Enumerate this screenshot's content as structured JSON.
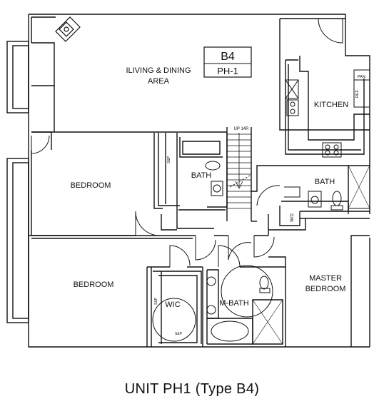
{
  "unit": {
    "code": "B4",
    "plan": "PH-1"
  },
  "rooms": {
    "living": [
      "ILIVING & DINING",
      "AREA"
    ],
    "kitchen": "KITCHEN",
    "bedroom_upper": "BEDROOM",
    "bedroom_lower": "BEDROOM",
    "bath_center": "BATH",
    "bath_right": "BATH",
    "master": [
      "MASTER",
      "BEDROOM"
    ],
    "wic": "WIC",
    "mbath": "M-BATH"
  },
  "fixtures": {
    "stair": "UP 14R",
    "pantry": "PAN.",
    "refrigerator": "REF.",
    "washer_dryer": "W/D",
    "shelf_pole_1": "S&P",
    "shelf_pole_2": "S&P",
    "shelf_pole_3": "S&P"
  },
  "caption": "UNIT PH1 (Type B4)"
}
